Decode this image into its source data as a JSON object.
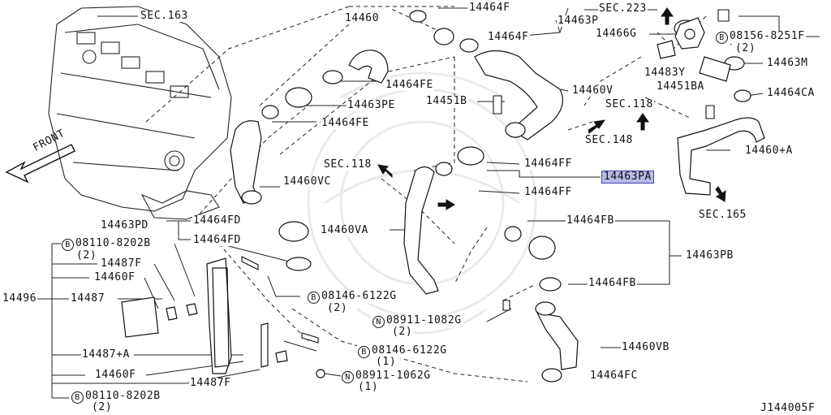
{
  "diagram_id": "J144005F",
  "front_label": "FRONT",
  "highlight_color": "#b9b9e8",
  "section_refs": [
    "SEC.163",
    "SEC.223",
    "SEC.118",
    "SEC.148",
    "SEC.118",
    "SEC.165"
  ],
  "part_labels": {
    "p14460": "14460",
    "p14464F_top": "14464F",
    "p14463P": "14463P",
    "p14464F_mid": "14464F",
    "p14466G": "14466G",
    "b08156": "08156-8251F",
    "b08156_qty": "(2)",
    "p14463M": "14463M",
    "p14483Y": "14483Y",
    "p14451BA": "14451BA",
    "p14464CA": "14464CA",
    "p14464FE_1": "14464FE",
    "p14463PE": "14463PE",
    "p14464FE_2": "14464FE",
    "p14451B": "14451B",
    "p14460V": "14460V",
    "p14460A": "14460+A",
    "p14464FF_1": "14464FF",
    "p14463PA": "14463PA",
    "p14464FF_2": "14464FF",
    "p14460VC": "14460VC",
    "p14463PD": "14463PD",
    "p14464FD_1": "14464FD",
    "p14464FD_2": "14464FD",
    "p14460VA": "14460VA",
    "p14464FB_1": "14464FB",
    "p14463PB": "14463PB",
    "p14464FB_2": "14464FB",
    "b08110_top": "08110-8202B",
    "b08110_top_qty": "(2)",
    "p14487F_1": "14487F",
    "p14460F_1": "14460F",
    "p14496": "14496",
    "p14487": "14487",
    "b08146_1": "08146-6122G",
    "b08146_1_qty": "(2)",
    "n08911_1082": "08911-1082G",
    "n08911_1082_qty": "(2)",
    "p14460VB": "14460VB",
    "p14487A": "14487+A",
    "b08146_2": "08146-6122G",
    "b08146_2_qty": "(1)",
    "p14460F_2": "14460F",
    "p14487F_2": "14487F",
    "n08911_1062": "08911-1062G",
    "n08911_1062_qty": "(1)",
    "p14464FC": "14464FC",
    "b08110_bot": "08110-8202B",
    "b08110_bot_qty": "(2)"
  },
  "markers": {
    "bolt": "B",
    "nut": "N"
  }
}
